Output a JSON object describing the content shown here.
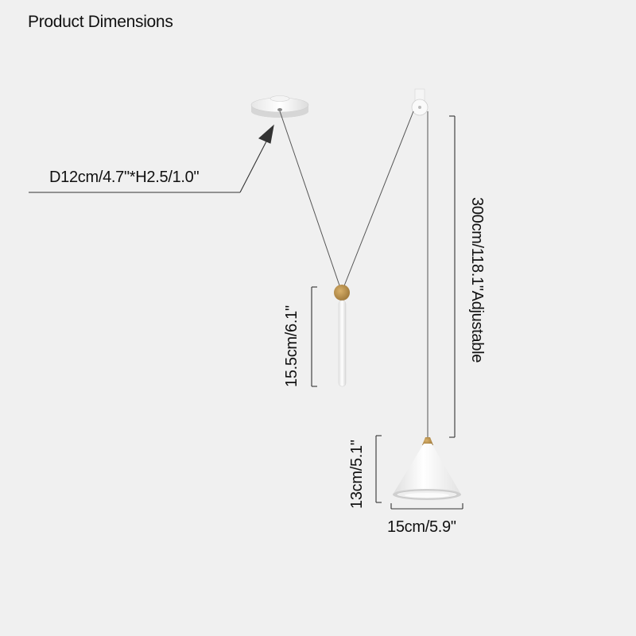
{
  "title": "Product Dimensions",
  "dimensions": {
    "canopy": "D12cm/4.7\"*H2.5/1.0\"",
    "cable_length": "300cm/118.1\"Adjustable",
    "counterweight_height": "15.5cm/6.1\"",
    "shade_height": "13cm/5.1\"",
    "shade_width": "15cm/5.9\""
  },
  "colors": {
    "background": "#f0f0f0",
    "fixture_white": "#ffffff",
    "brass_accent": "#b8904a",
    "line": "#333333"
  }
}
